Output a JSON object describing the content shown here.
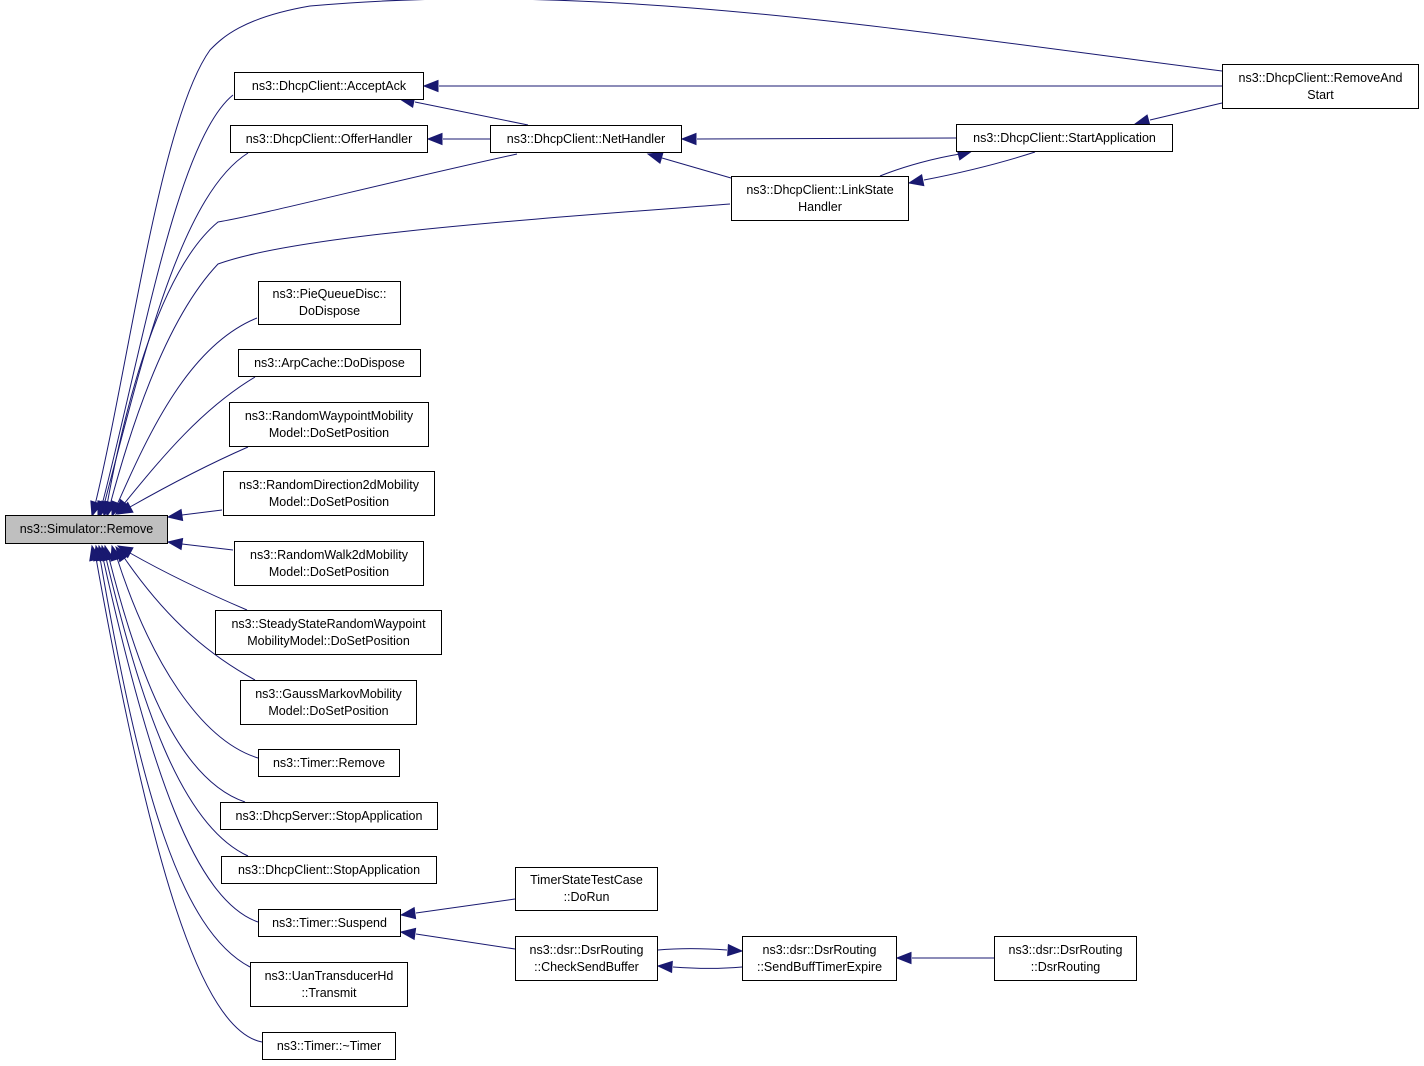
{
  "colors": {
    "edge": "#191970",
    "root_fill": "#bfbfbf",
    "node_fill": "#ffffff",
    "border": "#000000"
  },
  "nodes": [
    {
      "id": "simulator-remove",
      "label": "ns3::Simulator::Remove",
      "root": true
    },
    {
      "id": "accept-ack",
      "label": "ns3::DhcpClient::AcceptAck"
    },
    {
      "id": "offer-handler",
      "label": "ns3::DhcpClient::OfferHandler"
    },
    {
      "id": "net-handler",
      "label": "ns3::DhcpClient::NetHandler"
    },
    {
      "id": "remove-and-start",
      "label": "ns3::DhcpClient::RemoveAnd\nStart"
    },
    {
      "id": "start-application",
      "label": "ns3::DhcpClient::StartApplication"
    },
    {
      "id": "link-state-handler",
      "label": "ns3::DhcpClient::LinkState\nHandler"
    },
    {
      "id": "pie-queue-disc-dodispose",
      "label": "ns3::PieQueueDisc::\nDoDispose"
    },
    {
      "id": "arp-cache-dodispose",
      "label": "ns3::ArpCache::DoDispose"
    },
    {
      "id": "random-waypoint-dosetposition",
      "label": "ns3::RandomWaypointMobility\nModel::DoSetPosition"
    },
    {
      "id": "random-direction2d-dosetposition",
      "label": "ns3::RandomDirection2dMobility\nModel::DoSetPosition"
    },
    {
      "id": "random-walk2d-dosetposition",
      "label": "ns3::RandomWalk2dMobility\nModel::DoSetPosition"
    },
    {
      "id": "steady-state-dosetposition",
      "label": "ns3::SteadyStateRandomWaypoint\nMobilityModel::DoSetPosition"
    },
    {
      "id": "gauss-markov-dosetposition",
      "label": "ns3::GaussMarkovMobility\nModel::DoSetPosition"
    },
    {
      "id": "timer-remove",
      "label": "ns3::Timer::Remove"
    },
    {
      "id": "dhcp-server-stop-application",
      "label": "ns3::DhcpServer::StopApplication"
    },
    {
      "id": "dhcp-client-stop-application",
      "label": "ns3::DhcpClient::StopApplication"
    },
    {
      "id": "timer-suspend",
      "label": "ns3::Timer::Suspend"
    },
    {
      "id": "uan-transducer-transmit",
      "label": "ns3::UanTransducerHd\n::Transmit"
    },
    {
      "id": "timer-destructor",
      "label": "ns3::Timer::~Timer"
    },
    {
      "id": "timer-state-test-case-dorun",
      "label": "TimerStateTestCase\n::DoRun"
    },
    {
      "id": "dsr-check-send-buffer",
      "label": "ns3::dsr::DsrRouting\n::CheckSendBuffer"
    },
    {
      "id": "dsr-send-buff-timer-expire",
      "label": "ns3::dsr::DsrRouting\n::SendBuffTimerExpire"
    },
    {
      "id": "dsr-routing-ctor",
      "label": "ns3::dsr::DsrRouting\n::DsrRouting"
    }
  ]
}
